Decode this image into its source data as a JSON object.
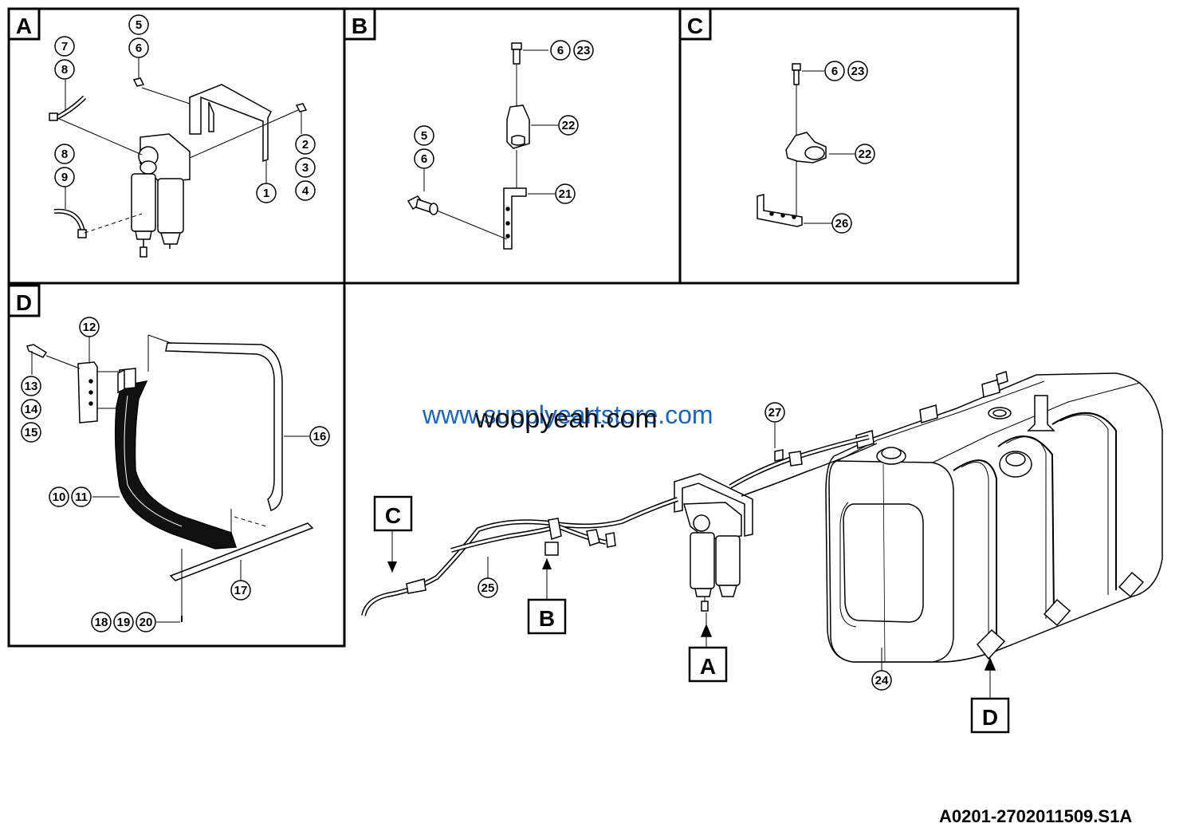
{
  "panels": [
    {
      "key": "A",
      "label": "A"
    },
    {
      "key": "B",
      "label": "B"
    },
    {
      "key": "C",
      "label": "C"
    },
    {
      "key": "D",
      "label": "D"
    }
  ],
  "callouts": {
    "A": [
      "5",
      "6",
      "7",
      "8",
      "8",
      "9",
      "2",
      "3",
      "4",
      "1"
    ],
    "B": [
      "5",
      "6",
      "6",
      "23",
      "22",
      "21"
    ],
    "C": [
      "6",
      "23",
      "22",
      "26"
    ],
    "D": [
      "12",
      "13",
      "14",
      "15",
      "16",
      "10",
      "11",
      "17",
      "18",
      "19",
      "20"
    ],
    "main": [
      "27",
      "25",
      "24"
    ]
  },
  "view_refs": [
    "C",
    "B",
    "A",
    "D"
  ],
  "watermarks": [
    "www.supplyeartstore.com",
    "woopyeah.com"
  ],
  "drawing_id": "A0201-2702011509.S1A",
  "colors": {
    "line": "#000000",
    "watermark_blue": "#1766c4",
    "background": "#ffffff"
  }
}
